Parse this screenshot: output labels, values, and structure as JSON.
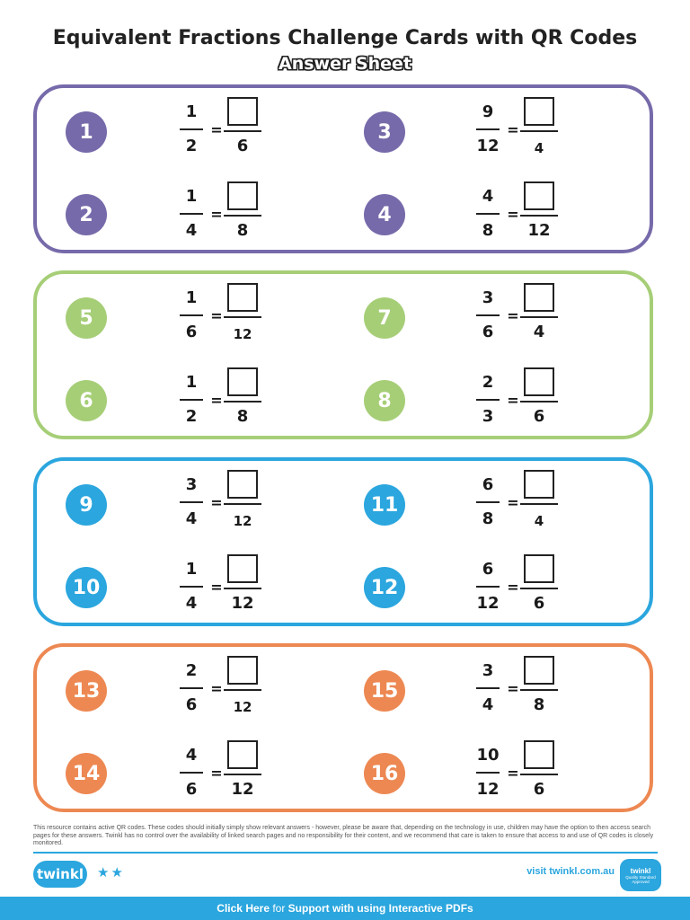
{
  "title": "Equivalent Fractions Challenge Cards with QR Codes",
  "subtitle": "Answer Sheet",
  "colors": {
    "purple": "#776aaa",
    "green": "#a6ce77",
    "blue": "#2ba6de",
    "orange": "#ed8852"
  },
  "cards": [
    {
      "color": "#776aaa",
      "items": [
        {
          "n": "1",
          "num": "1",
          "den": "2",
          "aden": "6",
          "small": false
        },
        {
          "n": "2",
          "num": "1",
          "den": "4",
          "aden": "8",
          "small": false
        },
        {
          "n": "3",
          "num": "9",
          "den": "12",
          "aden": "4",
          "small": true
        },
        {
          "n": "4",
          "num": "4",
          "den": "8",
          "aden": "12",
          "small": false
        }
      ]
    },
    {
      "color": "#a6ce77",
      "items": [
        {
          "n": "5",
          "num": "1",
          "den": "6",
          "aden": "12",
          "small": true
        },
        {
          "n": "6",
          "num": "1",
          "den": "2",
          "aden": "8",
          "small": false
        },
        {
          "n": "7",
          "num": "3",
          "den": "6",
          "aden": "4",
          "small": false
        },
        {
          "n": "8",
          "num": "2",
          "den": "3",
          "aden": "6",
          "small": false
        }
      ]
    },
    {
      "color": "#2ba6de",
      "items": [
        {
          "n": "9",
          "num": "3",
          "den": "4",
          "aden": "12",
          "small": true
        },
        {
          "n": "10",
          "num": "1",
          "den": "4",
          "aden": "12",
          "small": false
        },
        {
          "n": "11",
          "num": "6",
          "den": "8",
          "aden": "4",
          "small": true
        },
        {
          "n": "12",
          "num": "6",
          "den": "12",
          "aden": "6",
          "small": false
        }
      ]
    },
    {
      "color": "#ed8852",
      "items": [
        {
          "n": "13",
          "num": "2",
          "den": "6",
          "aden": "12",
          "small": true
        },
        {
          "n": "14",
          "num": "4",
          "den": "6",
          "aden": "12",
          "small": false
        },
        {
          "n": "15",
          "num": "3",
          "den": "4",
          "aden": "8",
          "small": false
        },
        {
          "n": "16",
          "num": "10",
          "den": "12",
          "aden": "6",
          "small": false
        }
      ]
    }
  ],
  "footer": {
    "disclaimer": "This resource contains active QR codes. These codes should initially simply show relevant answers - however, please be aware that, depending on the technology in use, children may have the option to then access search pages for these answers. Twinkl has no control over the availability of linked search pages and no responsibility for their content, and we recommend that care is taken to ensure that access to and use of QR codes is closely monitored.",
    "logo": "twinkl",
    "stars": "★★",
    "visit": "visit twinkl.com.au",
    "badge_title": "twinkl",
    "badge_text": "Quality Standard Approved",
    "bottom_click": "Click Here",
    "bottom_for": " for ",
    "bottom_rest": "Support with using Interactive PDFs"
  }
}
